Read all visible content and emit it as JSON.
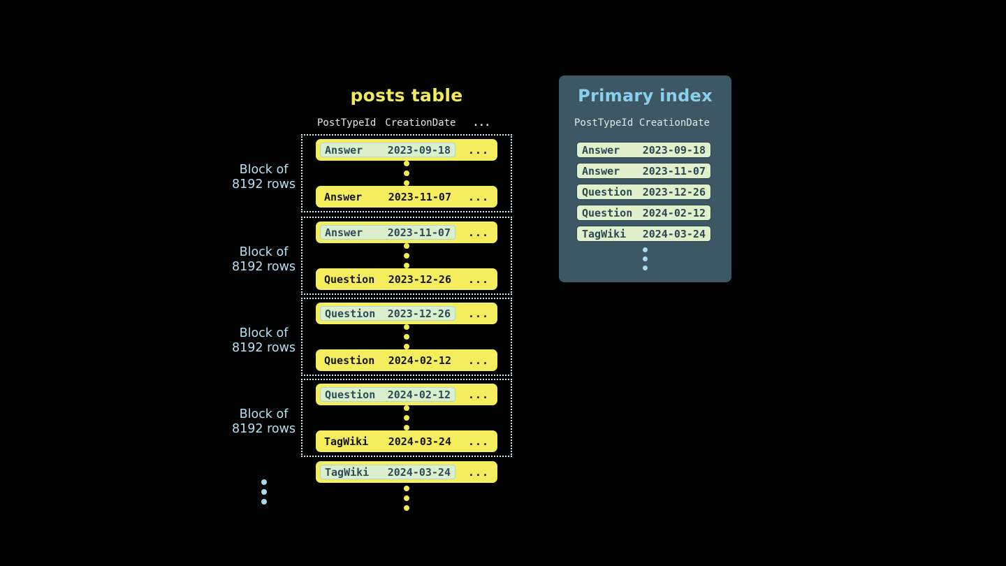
{
  "colors": {
    "background": "#020202",
    "row_yellow": "#f4ee5e",
    "row_text": "#141414",
    "highlight_fill": "#dcefcd",
    "highlight_border": "#a7d9e3",
    "highlight_text": "#2d4b58",
    "dotted_block_border": "#d6edf5",
    "block_label_blue": "#b5e0f2",
    "posts_title_yellow": "#f1ea5a",
    "header_text": "#e3e6e6",
    "panel_background": "#3e5765",
    "panel_title_blue": "#8ad0ec",
    "index_row_fill": "#dff0cb",
    "index_row_border": "#2c4752",
    "yellow_dot": "#f1ec57",
    "blue_dot": "#a9dbee"
  },
  "posts_table": {
    "title": "posts table",
    "headers": [
      "PostTypeId",
      "CreationDate",
      "..."
    ],
    "ellipsis": "...",
    "block_label": {
      "line1": "Block of",
      "line2": "8192 rows"
    },
    "blocks": [
      {
        "first_row": {
          "post_type": "Answer",
          "date": "2023-09-18",
          "highlighted": true
        },
        "last_row": {
          "post_type": "Answer",
          "date": "2023-11-07",
          "highlighted": false
        }
      },
      {
        "first_row": {
          "post_type": "Answer",
          "date": "2023-11-07",
          "highlighted": true
        },
        "last_row": {
          "post_type": "Question",
          "date": "2023-12-26",
          "highlighted": false
        }
      },
      {
        "first_row": {
          "post_type": "Question",
          "date": "2023-12-26",
          "highlighted": true
        },
        "last_row": {
          "post_type": "Question",
          "date": "2024-02-12",
          "highlighted": false
        }
      },
      {
        "first_row": {
          "post_type": "Question",
          "date": "2024-02-12",
          "highlighted": true
        },
        "last_row": {
          "post_type": "TagWiki",
          "date": "2024-03-24",
          "highlighted": false
        }
      }
    ],
    "tail_row": {
      "post_type": "TagWiki",
      "date": "2024-03-24",
      "highlighted": true
    }
  },
  "primary_index": {
    "title": "Primary index",
    "headers": [
      "PostTypeId",
      "CreationDate"
    ],
    "rows": [
      {
        "post_type": "Answer",
        "date": "2023-09-18"
      },
      {
        "post_type": "Answer",
        "date": "2023-11-07"
      },
      {
        "post_type": "Question",
        "date": "2023-12-26"
      },
      {
        "post_type": "Question",
        "date": "2024-02-12"
      },
      {
        "post_type": "TagWiki",
        "date": "2024-03-24"
      }
    ]
  }
}
